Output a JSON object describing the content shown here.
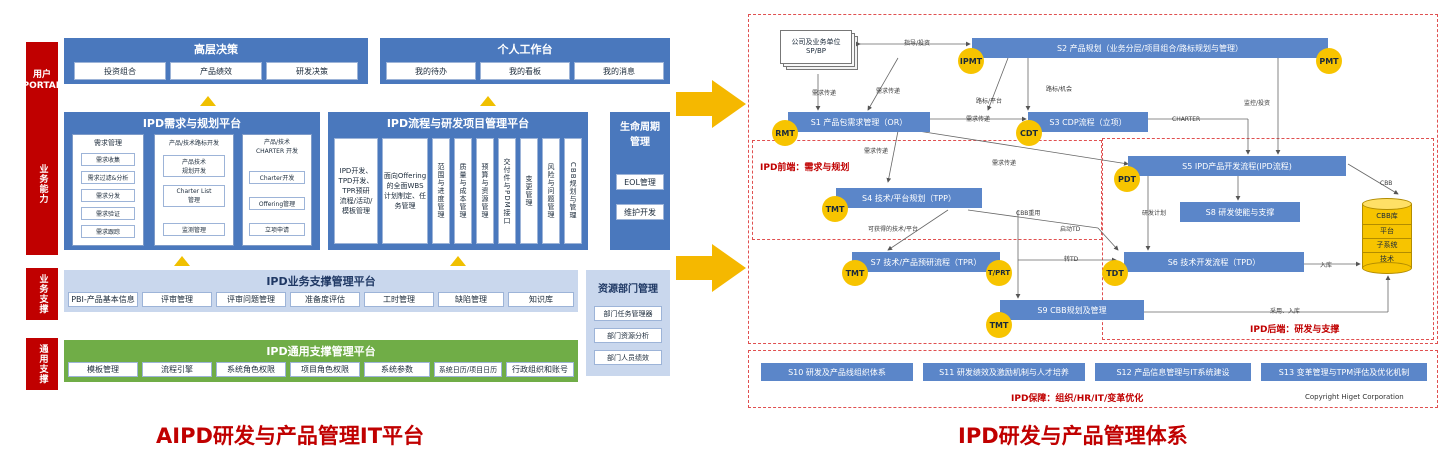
{
  "left": {
    "row_tags": {
      "user_portal": "用户\nPORTAL",
      "business_capability": "业务能力",
      "business_support": "业务支撑",
      "common_support": "通用支撑"
    },
    "exec_decision": {
      "title": "高层决策",
      "items": [
        "投资组合",
        "产品绩效",
        "研发决策"
      ]
    },
    "personal_workbench": {
      "title": "个人工作台",
      "items": [
        "我的待办",
        "我的看板",
        "我的消息"
      ]
    },
    "demand_platform": {
      "title": "IPD需求与规划平台",
      "col1_title": "需求管理",
      "col1_items": [
        "需求收集",
        "需求过滤&分析",
        "需求分发",
        "需求验证",
        "需求跟踪"
      ],
      "col2_title": "产品/技术路标开发",
      "col2_items": [
        "产品技术\n规划开发",
        "Charter List\n管理",
        "监测管理"
      ],
      "col3_title": "产品/技术\nCHARTER 开发",
      "col3_items": [
        "Charter开发",
        "Offering管理",
        "立项申请"
      ]
    },
    "process_platform": {
      "title": "IPD流程与研发项目管理平台",
      "box1": "IPD开发、\nTPD开发、\nTPR预研\n流程/活动/\n模板管理",
      "box2": "面向Offering\n的全面WBS\n计划制定、任\n务管理",
      "vertical_items": [
        "范围与进度管理",
        "质量与成本管理",
        "预算与资源管理",
        "交付件与PDM接口",
        "变更管理",
        "风险与问题管理",
        "CBB规划与管理"
      ]
    },
    "lifecycle": {
      "title": "生命周期\n管理",
      "items": [
        "EOL管理",
        "维护开发"
      ]
    },
    "biz_support_platform": {
      "title": "IPD业务支撑管理平台",
      "items": [
        "PBI-产品基本信息",
        "评审管理",
        "评审问题管理",
        "准备度评估",
        "工时管理",
        "缺陷管理",
        "知识库"
      ]
    },
    "resource_mgmt": {
      "title": "资源部门管理",
      "items": [
        "部门任务管理器",
        "部门资源分析",
        "部门人员绩效"
      ]
    },
    "common_platform": {
      "title": "IPD通用支撑管理平台",
      "items": [
        "模板管理",
        "流程引擎",
        "系统角色权限",
        "项目角色权限",
        "系统参数",
        "系统日历/项目日历",
        "行政组织和账号"
      ]
    },
    "caption": "AIPD研发与产品管理IT平台"
  },
  "right": {
    "company_doc": "公司及业务单位\nSP/BP",
    "s2": "S2  产品规划（业务分层/项目组合/路标规划与管理）",
    "s1": "S1  产品包需求管理（OR）",
    "s3": "S3  CDP流程（立项）",
    "s5": "S5  IPD产品开发流程(IPD流程)",
    "s4": "S4  技术/平台规划（TPP）",
    "s8": "S8  研发使能与支撑",
    "s7": "S7  技术/产品预研流程（TPR）",
    "s6": "S6  技术开发流程（TPD）",
    "s9": "S9  CBB规划及管理",
    "circles": {
      "ipmt": "IPMT",
      "pmt": "PMT",
      "rmt": "RMT",
      "cdt": "CDT",
      "pdt": "PDT",
      "tmt1": "TMT",
      "tmt2": "TMT",
      "tprt": "T/PRT",
      "tdt": "TDT",
      "tmt3": "TMT"
    },
    "cbb_db": {
      "title": "CBB库",
      "layers": [
        "平台",
        "子系统",
        "技术"
      ]
    },
    "flow_labels": {
      "guide_plan_1": "指导/投资",
      "demand_1": "需求传递",
      "demand_2": "需求传递",
      "route_platform": "路标/平台",
      "route_project": "路标/机会",
      "demand_3": "需求传递",
      "charter": "CHARTER",
      "demand_4": "需求传递",
      "demand_5": "需求传递",
      "guide_invest_2": "监控/投资",
      "cbb_reuse": "CBB重用",
      "feasible_tech": "可获得的技术/平台",
      "launch_td": "启动TD",
      "cbb": "CBB",
      "dev_plan": "研发计划",
      "to_td": "转TD",
      "into_lib": "入库",
      "collect_lib": "采用、入库"
    },
    "front_label": "IPD前端：需求与规划",
    "back_label": "IPD后端：研发与支撑",
    "guarantee": {
      "items": [
        "S10  研发及产品线组织体系",
        "S11  研发绩效及激励机制与人才培养",
        "S12  产品信息管理与IT系统建设",
        "S13  变革管理与TPM评估及优化机制"
      ],
      "label": "IPD保障：组织/HR/IT/变革优化",
      "copyright": "Copyright Higet Corporation"
    },
    "caption": "IPD研发与产品管理体系"
  },
  "colors": {
    "accent_red": "#c00000",
    "blue": "#4a78bd",
    "green": "#70ad47",
    "yellow": "#f7c400"
  }
}
